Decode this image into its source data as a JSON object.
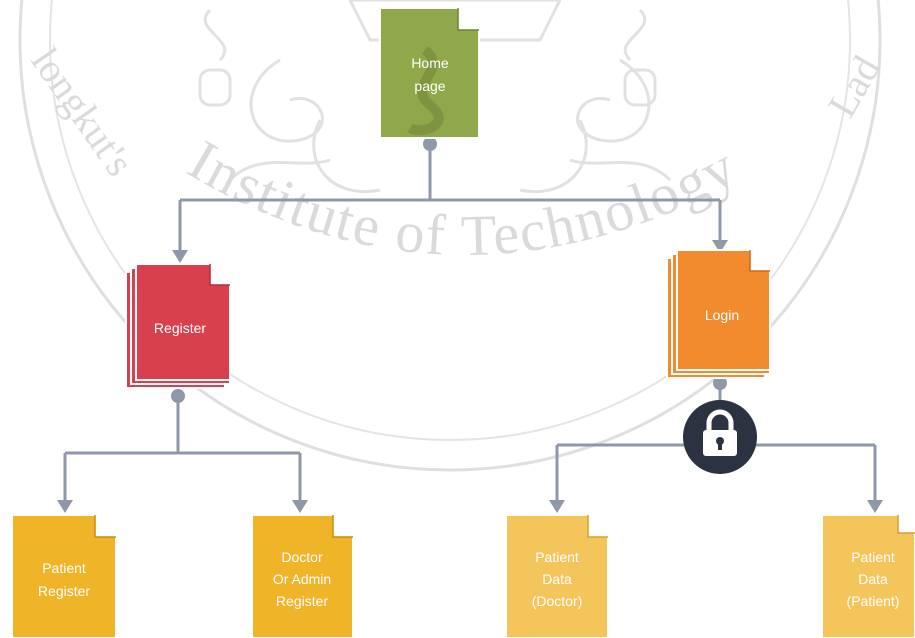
{
  "watermark": {
    "arc_text_left": "longkut's",
    "arc_text_bottom": "Institute of Technology",
    "arc_text_right": "Lad"
  },
  "colors": {
    "home": "#8fa84a",
    "register": "#d9404e",
    "login": "#f28a2e",
    "leaf": "#f0b429",
    "leaf_light": "#f4c55a",
    "connector": "#8f98a8",
    "lock": "#2b3340",
    "watermark": "#dadada"
  },
  "nodes": {
    "home": {
      "line1": "Home",
      "line2": "page"
    },
    "register": {
      "label": "Register"
    },
    "login": {
      "label": "Login"
    },
    "patient_register": {
      "line1": "Patient",
      "line2": "Register"
    },
    "doctor_admin_register": {
      "line1": "Doctor",
      "line2": "Or Admin",
      "line3": "Register"
    },
    "patient_data_doctor": {
      "line1": "Patient",
      "line2": "Data",
      "line3": "(Doctor)"
    },
    "patient_data_patient": {
      "line1": "Patient",
      "line2": "Data",
      "line3": "(Patient)"
    }
  },
  "icons": {
    "lock": "lock-icon"
  }
}
